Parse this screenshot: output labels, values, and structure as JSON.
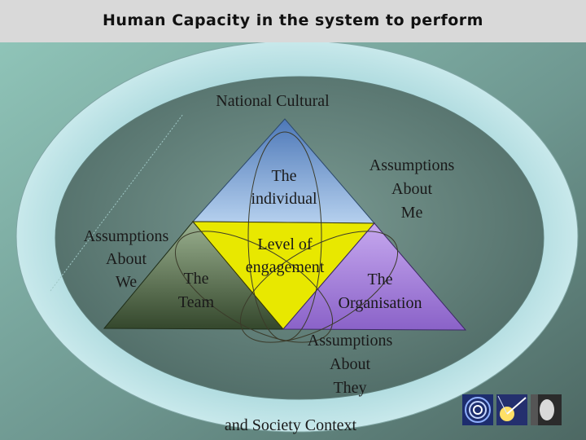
{
  "title": "Human Capacity in the system to perform",
  "labels": {
    "national_cultural": "National Cultural",
    "society_context": "and Society Context",
    "the_individual": "The\nindividual",
    "assumptions_about_me": "Assumptions\nAbout\nMe",
    "assumptions_about_we": "Assumptions\nAbout\nWe",
    "the_team": "The\nTeam",
    "level_of_engagement": "Level of\nengagement",
    "the_organisation": "The\nOrganisation",
    "assumptions_about_they": "Assumptions\nAbout\nThey"
  },
  "colors": {
    "background_top": "#8fbfb4",
    "background_bottom": "#556f6a",
    "outer_ring": "#bfe3e6",
    "inner_field": "#6a8a84",
    "top_triangle": "#8fb3d9",
    "left_triangle": "#5d7a4f",
    "center_triangle": "#e6e600",
    "right_triangle": "#a07ad6"
  },
  "logos": [
    "spiral-logo-icon",
    "light-burst-logo-icon",
    "face-portrait-logo-icon"
  ]
}
